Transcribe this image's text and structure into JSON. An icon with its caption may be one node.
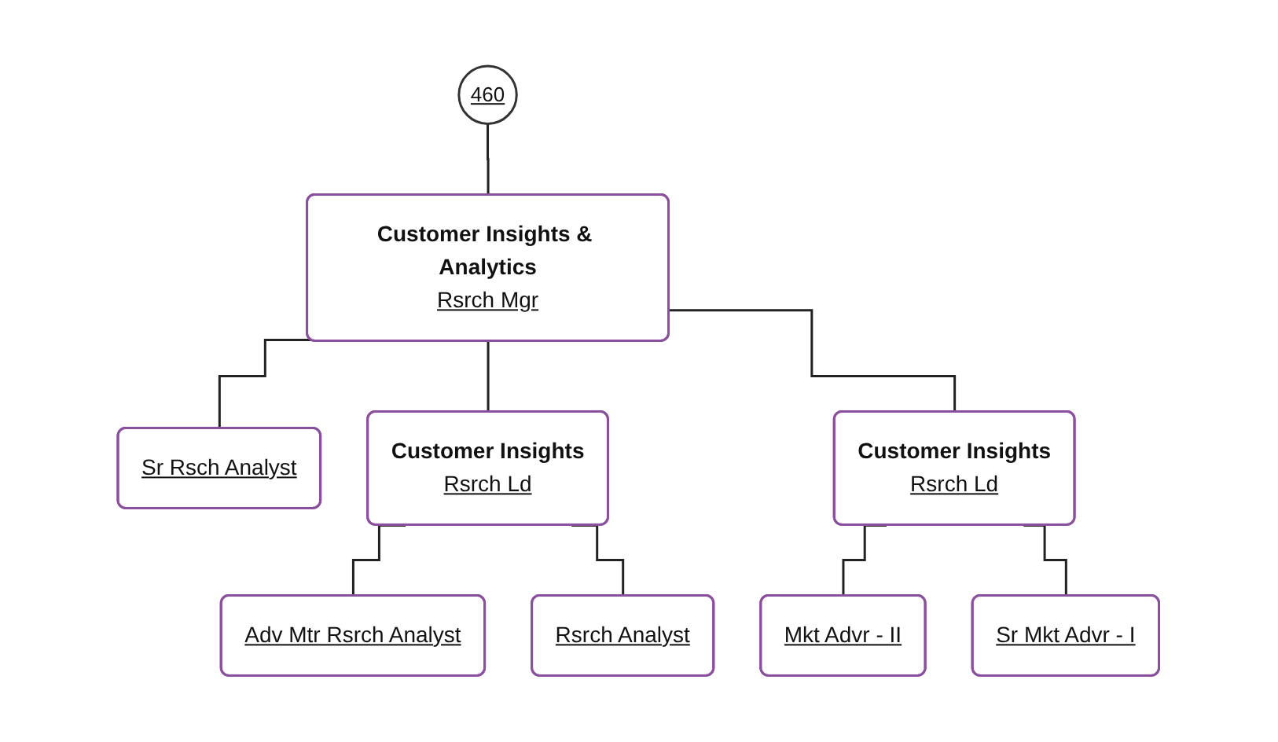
{
  "diagram": {
    "nodes": [
      {
        "text": [
          "460"
        ]
      },
      {
        "text": [
          "Customer Insights & Analytics",
          "Rsrch Mgr"
        ]
      },
      {
        "text": [
          "Sr Rsch Analyst"
        ]
      },
      {
        "text": [
          "Customer Insights",
          "Rsrch Ld"
        ]
      },
      {
        "text": [
          "Customer Insights",
          "Rsrch Ld"
        ]
      },
      {
        "text": [
          "Adv Mtr Rsrch Analyst"
        ]
      },
      {
        "text": [
          "Rsrch Analyst"
        ]
      },
      {
        "text": [
          "Mkt Advr - II"
        ]
      },
      {
        "text": [
          "Sr Mkt Advr - I"
        ]
      }
    ],
    "edges": [
      {
        "from": 0,
        "to": 1,
        "arrow": "none"
      },
      {
        "from": 1,
        "to": 2,
        "arrow": "none"
      },
      {
        "from": 1,
        "to": 3,
        "arrow": "none"
      },
      {
        "from": 1,
        "to": 4,
        "arrow": "none"
      },
      {
        "from": 3,
        "to": 5,
        "arrow": "none"
      },
      {
        "from": 3,
        "to": 6,
        "arrow": "none"
      },
      {
        "from": 4,
        "to": 7,
        "arrow": "none"
      },
      {
        "from": 4,
        "to": 8,
        "arrow": "none"
      }
    ]
  }
}
